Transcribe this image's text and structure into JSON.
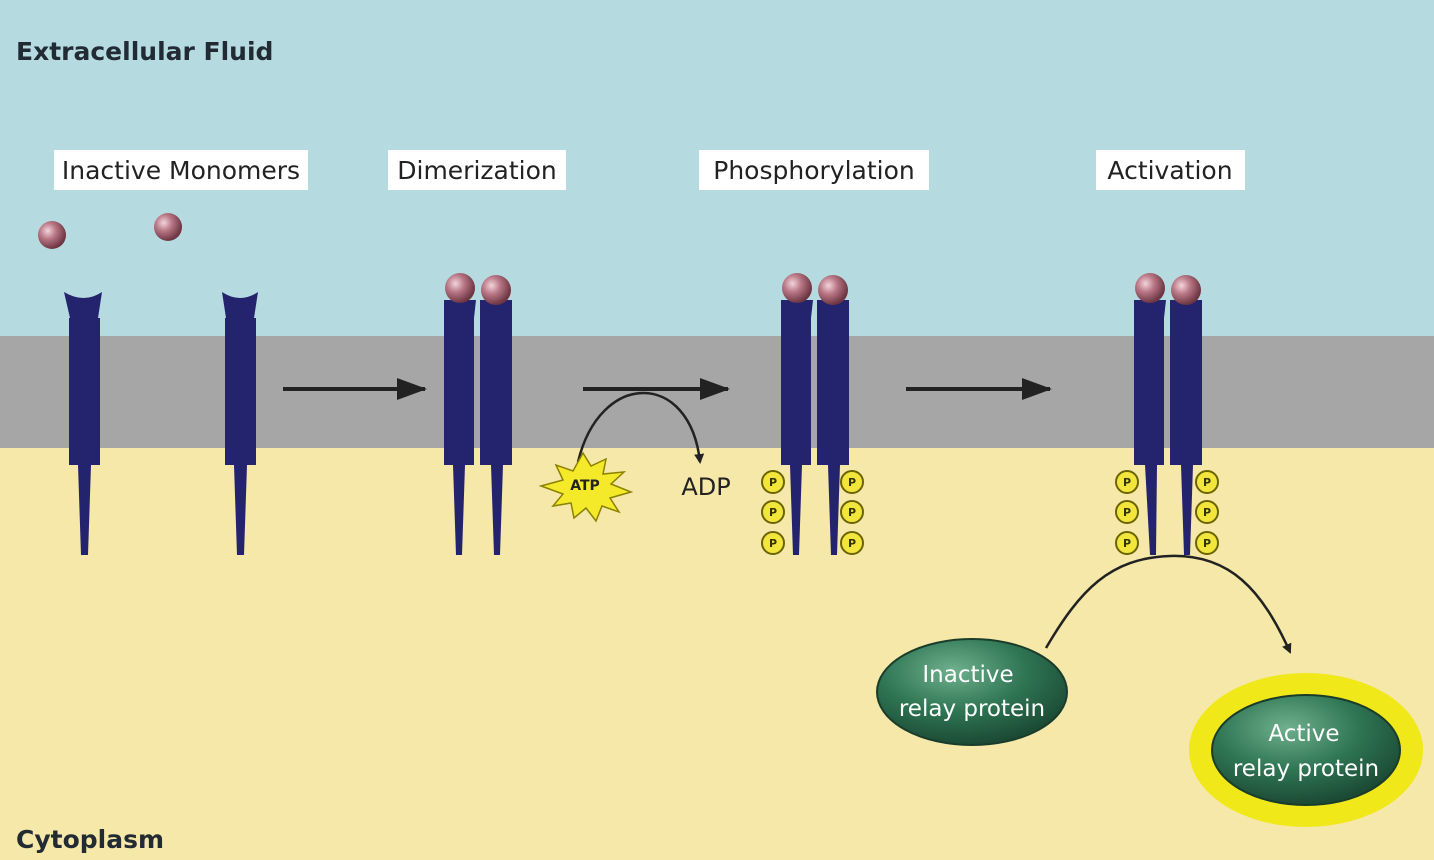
{
  "regions": {
    "extracellular": "Extracellular Fluid",
    "cytoplasm": "Cytoplasm"
  },
  "stages": [
    {
      "label": "Inactive Monomers"
    },
    {
      "label": "Dimerization"
    },
    {
      "label": "Phosphorylation"
    },
    {
      "label": "Activation"
    }
  ],
  "molecules": {
    "atp": "ATP",
    "adp": "ADP",
    "phosphate": "P"
  },
  "relay": {
    "inactive_line1": "Inactive",
    "inactive_line2": "relay protein",
    "active_line1": "Active",
    "active_line2": "relay protein"
  },
  "colors": {
    "extracellular": "#b5dbe0",
    "membrane": "#a6a6a6",
    "cytoplasm": "#f5e8a8",
    "receptor": "#24236e",
    "ligand": "#b07080",
    "phosphate": "#f2e63c",
    "relay_protein": "#2f7a55",
    "active_glow": "#f0e818"
  }
}
